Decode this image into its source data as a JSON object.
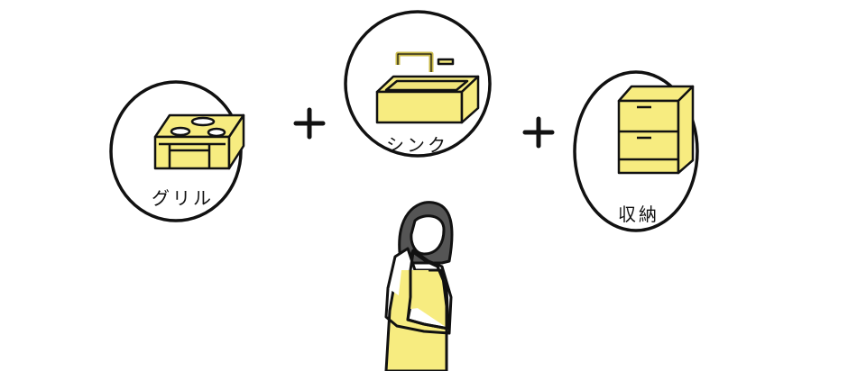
{
  "items": [
    {
      "label": "グリル"
    },
    {
      "label": "シンク"
    },
    {
      "label": "収納"
    }
  ],
  "operators": [
    "+",
    "+"
  ],
  "colors": {
    "yellow": "#f7ec80",
    "ink": "#111111",
    "hair": "#555555"
  }
}
